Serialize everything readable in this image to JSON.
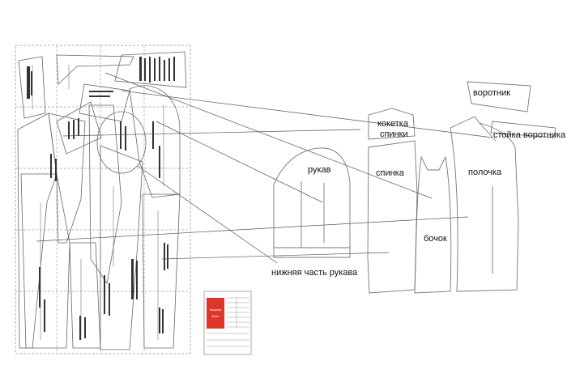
{
  "labels": {
    "vorotnik": "воротник",
    "koketka_line1": "кокетка",
    "koketka_line2": "спинки",
    "stoika": "стойка воротника",
    "rukav": "рукав",
    "spinka": "спинка",
    "polochka": "полочка",
    "bochok": "бочок",
    "nizhnyaya": "нижняя часть рукава"
  },
  "stamp": {
    "brand_line1": "Выкройка",
    "brand_line2": "Жакет"
  },
  "colors": {
    "line": "#777777",
    "dash": "#999999",
    "pointer": "#555555",
    "stamp_red": "#e0352b",
    "text": "#111111"
  }
}
